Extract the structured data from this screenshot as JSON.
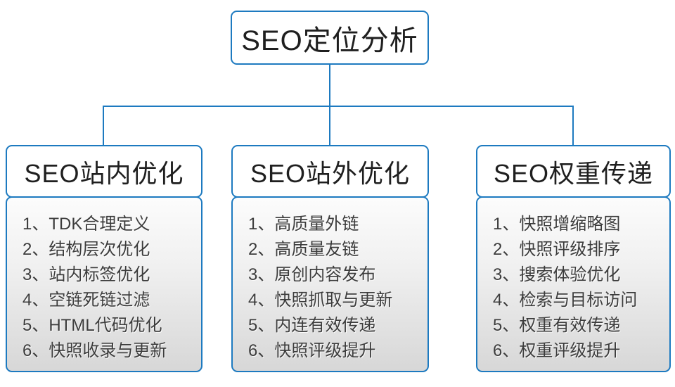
{
  "root": {
    "title": "SEO定位分析"
  },
  "columns": [
    {
      "title": "SEO站内优化",
      "items": [
        "1、TDK合理定义",
        "2、结构层次优化",
        "3、站内标签优化",
        "4、空链死链过滤",
        "5、HTML代码优化",
        "6、快照收录与更新"
      ]
    },
    {
      "title": "SEO站外优化",
      "items": [
        "1、高质量外链",
        "2、高质量友链",
        "3、原创内容发布",
        "4、快照抓取与更新",
        "5、内连有效传递",
        "6、快照评级提升"
      ]
    },
    {
      "title": "SEO权重传递",
      "items": [
        "1、快照增缩略图",
        "2、快照评级排序",
        "3、搜索体验优化",
        "4、检索与目标访问",
        "5、权重有效传递",
        "6、权重评级提升"
      ]
    }
  ],
  "colors": {
    "accent_border": "#1d7ac0",
    "list_gradient_top": "#fcfcfc",
    "list_gradient_bottom": "#d7d7d7",
    "text_dark": "#1f1f1f",
    "text_list": "#3c3c3c"
  }
}
